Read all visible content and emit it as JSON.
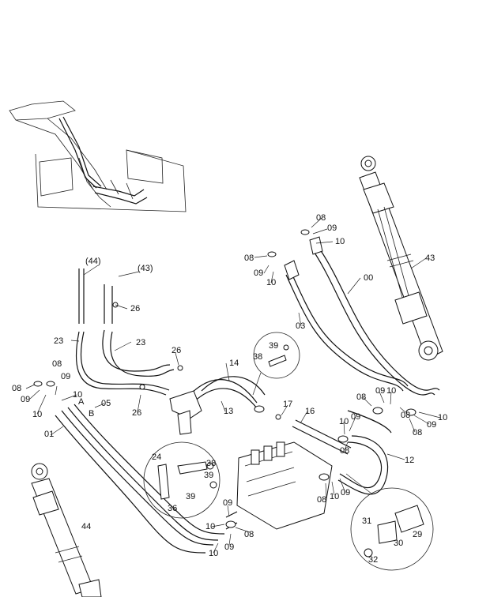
{
  "labels": {
    "l44p": "(44)",
    "l43p": "(43)",
    "l26a": "26",
    "l26b": "26",
    "l26c": "26",
    "l23a": "23",
    "l23b": "23",
    "l08a": "08",
    "l08b": "08",
    "l08c": "08",
    "l08d": "08",
    "l08e": "08",
    "l08f": "08",
    "l08g": "08",
    "l08h": "08",
    "l08i": "08",
    "l09a": "09",
    "l09b": "09",
    "l09c": "09",
    "l09d": "09",
    "l09e": "09",
    "l09f": "09",
    "l09g": "09",
    "l09h": "09",
    "l09i": "09",
    "l10a": "10",
    "l10b": "10",
    "l10c": "10",
    "l10d": "10",
    "l10e": "10",
    "l10f": "10",
    "l10g": "10",
    "l10h": "10",
    "l00": "00",
    "l03": "03",
    "l43": "43",
    "l14": "14",
    "l13": "13",
    "l39a": "39",
    "l38a": "38",
    "l17": "17",
    "l16": "16",
    "lA": "A",
    "lB": "B",
    "l05": "05",
    "l01": "01",
    "l24": "24",
    "l38b": "38",
    "l39b": "39",
    "l36": "36",
    "l12": "12",
    "l44": "44",
    "l31": "31",
    "l30": "30",
    "l29": "29",
    "l32": "32"
  }
}
